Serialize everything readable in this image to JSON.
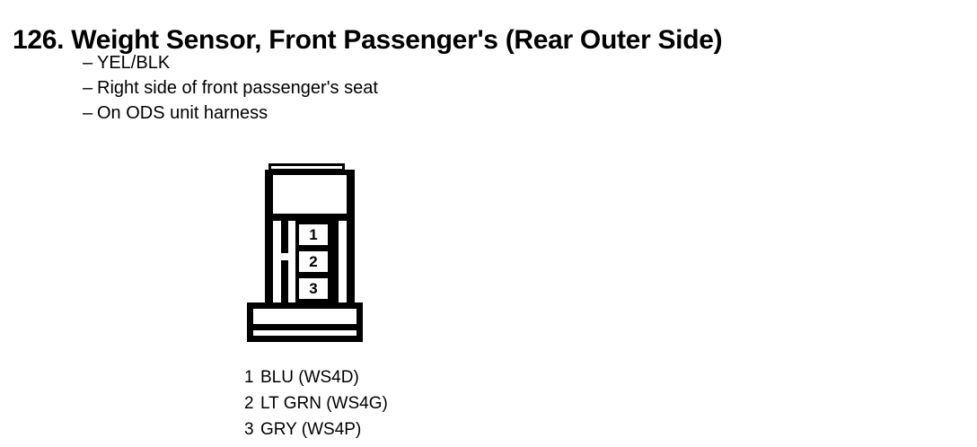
{
  "document": {
    "item_number": "126.",
    "title": "126. Weight Sensor, Front Passenger's (Rear Outer Side)",
    "title_text": "Weight Sensor, Front Passenger's (Rear Outer Side)"
  },
  "specs": {
    "dash": "–",
    "items": [
      {
        "text": "YEL/BLK"
      },
      {
        "text": "Right side of front passenger's seat"
      },
      {
        "text": "On ODS unit harness"
      }
    ]
  },
  "connector": {
    "cavity_count": 3,
    "cavities": [
      {
        "number": "1"
      },
      {
        "number": "2"
      },
      {
        "number": "3"
      }
    ]
  },
  "pin_legend": [
    {
      "pin": "1",
      "label": "BLU (WS4D)",
      "color": "BLU",
      "circuit": "WS4D"
    },
    {
      "pin": "2",
      "label": "LT GRN (WS4G)",
      "color": "LT GRN",
      "circuit": "WS4G"
    },
    {
      "pin": "3",
      "label": "GRY (WS4P)",
      "color": "GRY",
      "circuit": "WS4P"
    }
  ],
  "theme": {
    "ink": "#000000",
    "paper": "#ffffff"
  }
}
